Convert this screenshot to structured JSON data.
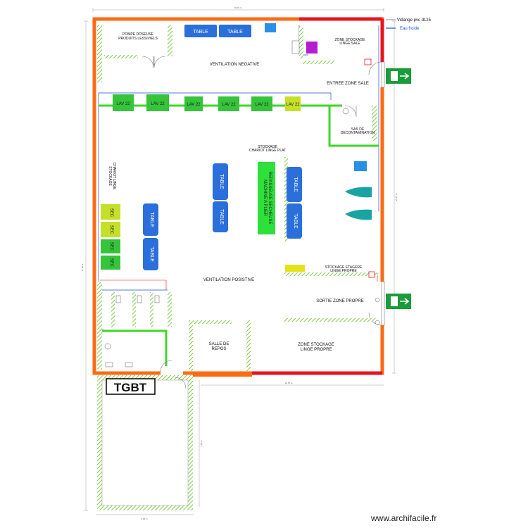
{
  "legend": {
    "drain_label": "Vidange pvc d125",
    "cold_water_label": "Eau froide",
    "drain_color": "#9aa0a6",
    "cold_water_color": "#1f4fd8"
  },
  "rooms": {
    "dosing_pump": [
      "POMPE DOSEUSE",
      "PRODUITS LESSIVIELS"
    ],
    "dirty_storage": [
      "ZONE STOCKAGE",
      "LINGE SALE"
    ],
    "negative_ventilation": "VENTILATION NEGATIVE",
    "dirty_entrance": "ENTREE ZONE SALE",
    "decontamination": [
      "SAS DE",
      "DECONTAMINATION"
    ],
    "flat_cart_storage": [
      "STOCKAGE",
      "CHARIOT LINGE PLAT"
    ],
    "cart_storage_left": [
      "STOCKAGE",
      "CHARIOT LINGE"
    ],
    "positive_ventilation": "VENTILATION POSISTIVE",
    "shelf_storage": [
      "STOCKAGE ETAGERE",
      "LINGE PROPRE"
    ],
    "clean_exit": "SORTIE ZONE PROPRE",
    "rest_room": [
      "SALLE DE",
      "REPOS"
    ],
    "clean_storage": [
      "ZONE STOCKAGE",
      "LINGE PROPRE"
    ],
    "electrical_board": "TGBT"
  },
  "equipment": {
    "table_label": "TABLE",
    "machine_label": "LAV 22",
    "folding_machine": [
      "MACHINE A PLIER",
      "REPASSEUSE SECHEUSE"
    ],
    "small_box_label": "SEC",
    "colors": {
      "table": "#2a6fdb",
      "machine": "#35c43a",
      "machine_light": "#c6e02a",
      "folder": "#2ee03a",
      "purple": "#b41ecf",
      "wall_orange": "#ff6a13",
      "wall_red": "#e8141c",
      "partition_green": "#3ed62a",
      "hatch_green": "#8fd66a"
    }
  },
  "dimensions": {
    "overall_width": "16,01 m",
    "overall_height": "17,39 m",
    "right_height": "15,14 m",
    "annex_width": "3,93 m",
    "annex_height": "4,45 m",
    "lower_width": "12,37 m"
  },
  "watermark": "www.archifacile.fr"
}
